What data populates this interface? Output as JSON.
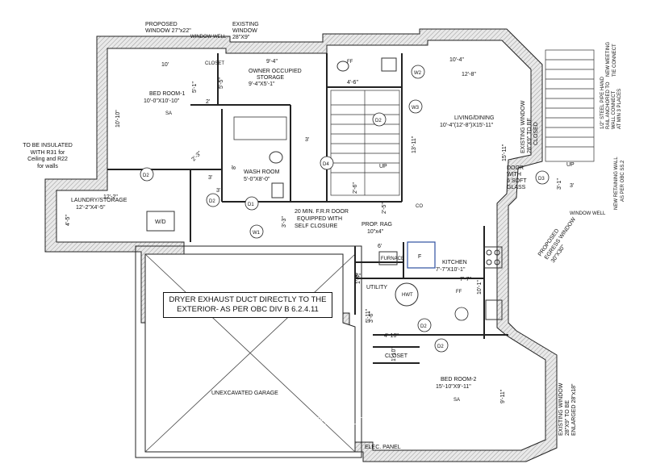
{
  "rooms": {
    "bedroom1": {
      "name": "BED ROOM-1",
      "size": "10'-0\"X10'-10\""
    },
    "storage": {
      "name": "OWNER OCCUPIED",
      "name2": "STORAGE",
      "size": "9'-4\"X5'-1\""
    },
    "closet1": "CLOSET",
    "washroom": {
      "name": "WASH ROOM",
      "size": "5'-0\"X8'-0\""
    },
    "living": {
      "name": "LIVING/DINING",
      "size": "10'-4\"(12'-8\")X15'-11\""
    },
    "laundry": {
      "name": "LAUNDRY/STORAGE",
      "size": "12'-2\"X4'-5\""
    },
    "garage": "UNEXCAVATED GARAGE",
    "kitchen": {
      "name": "KITCHEN",
      "size": "7'-7\"X10'-1\""
    },
    "utility": "UTILITY",
    "closet2": "CLOSET",
    "bedroom2": {
      "name": "BED ROOM-2",
      "size": "15'-10\"X9'-11\""
    }
  },
  "windows": {
    "proposed": {
      "line1": "PROPOSED",
      "line2": "WINDOW 27\"x22\""
    },
    "existing_top": {
      "line1": "EXISTING",
      "line2": "WINDOW",
      "line3": "28\"X9\""
    },
    "window_well": "WINDOW WELL",
    "window_well_2": "WINDOW WELL",
    "w1": "W1",
    "w2": "W2",
    "w3": "W3",
    "living_window": {
      "line1": "EXISTING WINDOW",
      "line2": "28\"X9\" TO BE",
      "line3": "CLOSED"
    },
    "egress": {
      "line1": "PROPOSED",
      "line2": "EGRESS WINDOW",
      "line3": "30\"X30\""
    },
    "bedroom2_window": {
      "line1": "EXISTING WINDOW",
      "line2": "28\"X9\" TO BE",
      "line3": "ENLARGED 28\"x18\""
    }
  },
  "doors": {
    "d1": "D1",
    "d2": "D2",
    "d3": "D3",
    "d4": "D4"
  },
  "notes": {
    "insulation": [
      "TO BE INSULATED",
      "WITH R31 for",
      "Ceiling and R22",
      "for walls"
    ],
    "fire_door": [
      "20 MIN. F.R.R DOOR",
      "EQUIPPED WITH",
      "SELF CLOSURE"
    ],
    "dryer": [
      "DRYER EXHAUST DUCT DIRECTLY TO THE",
      "EXTERIOR- AS PER OBC DIV B 6.2.4.11"
    ],
    "door_glass": [
      "DOOR",
      "WITH",
      "6 SOFT",
      "GLASS"
    ],
    "rad": [
      "PROP. RAG",
      "10\"x4\""
    ],
    "steel_pipe": [
      "1/2\" STEEL PIPE HAND",
      "RAIL ANCHORED TO",
      "WALL CONNECT",
      "AT MIN 3 PLACES"
    ],
    "new_rail": [
      "NEW MEETING",
      "TIE CONNECT"
    ],
    "retaining": [
      "NEW RETAINING WALL",
      "AS PER OBC SS.2"
    ],
    "elec_panel": "ELEC. PANEL",
    "up1": "UP",
    "up2": "UP",
    "wd": "W/D",
    "f": "F",
    "furnace": "FURNACE",
    "hwt": "HWT",
    "sa": "SA",
    "co": "CO",
    "ff": "FF"
  },
  "dimensions": {
    "d10": "10'",
    "d9_4": "9'-4\"",
    "d2": "2'",
    "d10_10": "10'-10\"",
    "d5_1": "5'-1\"",
    "d3a": "3'",
    "d3b": "3'",
    "d4_6": "4'-6\"",
    "d10_4": "10'-4\"",
    "d12_8": "12'-8\"",
    "d13_11": "13'-11\"",
    "d15_11": "15'-11\"",
    "d12_2": "12'-2\"",
    "d4_5": "4'-5\"",
    "d3c": "3'",
    "d3_3": "3'-3\"",
    "d7_7": "7'-7\"",
    "d10_1": "10'-1\"",
    "d5_11": "5'-11\"",
    "d4_10": "4'-10\"",
    "d1_10": "1'-10\"",
    "d9_11": "9'-11\"",
    "d5_5": "5'-5\"",
    "d2_3": "2'-3\"",
    "d8_0": "8'",
    "d2_6": "2'-6\"",
    "d3d": "3'",
    "d6": "6'",
    "d3e": "3'-1\"",
    "d1_7": "1'-7\"",
    "d3_6": "3'-6\"",
    "d6_0": "6\"",
    "d2_5": "2'-5\""
  },
  "watermark": "SAVE MAX GOLD ESTATE REALTY · Brokerage"
}
